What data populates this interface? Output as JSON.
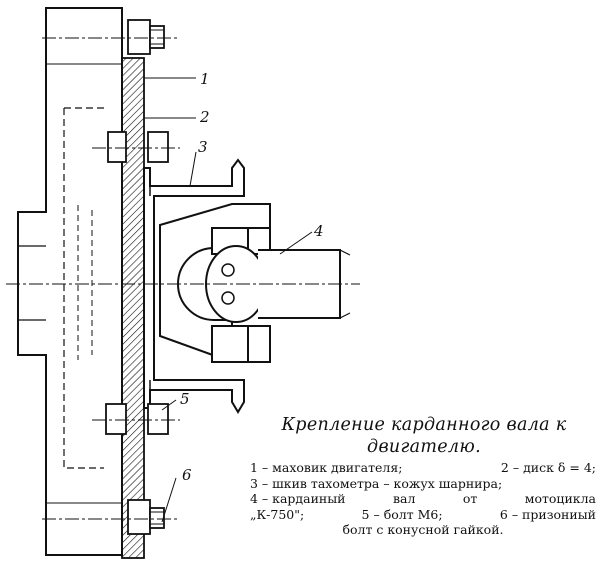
{
  "callouts": [
    "1",
    "2",
    "3",
    "4",
    "5",
    "6"
  ],
  "caption": {
    "title_line1": "Крепление карданного вала к",
    "title_line2": "двигателю."
  },
  "legend": {
    "line1_a": "1 – маховик двигателя;",
    "line1_b": "2 – диск δ = 4;",
    "line2": "3 – шкив тахометра – кожух шарнира;",
    "line3_a": "4 – кардаиный",
    "line3_b": "вал",
    "line3_c": "от",
    "line3_d": "мотоцикла",
    "line4_a": "„К-750\";",
    "line4_b": "5 – болт М6;",
    "line4_c": "6 – призониый",
    "line5": "болт с конусной гайкой."
  }
}
